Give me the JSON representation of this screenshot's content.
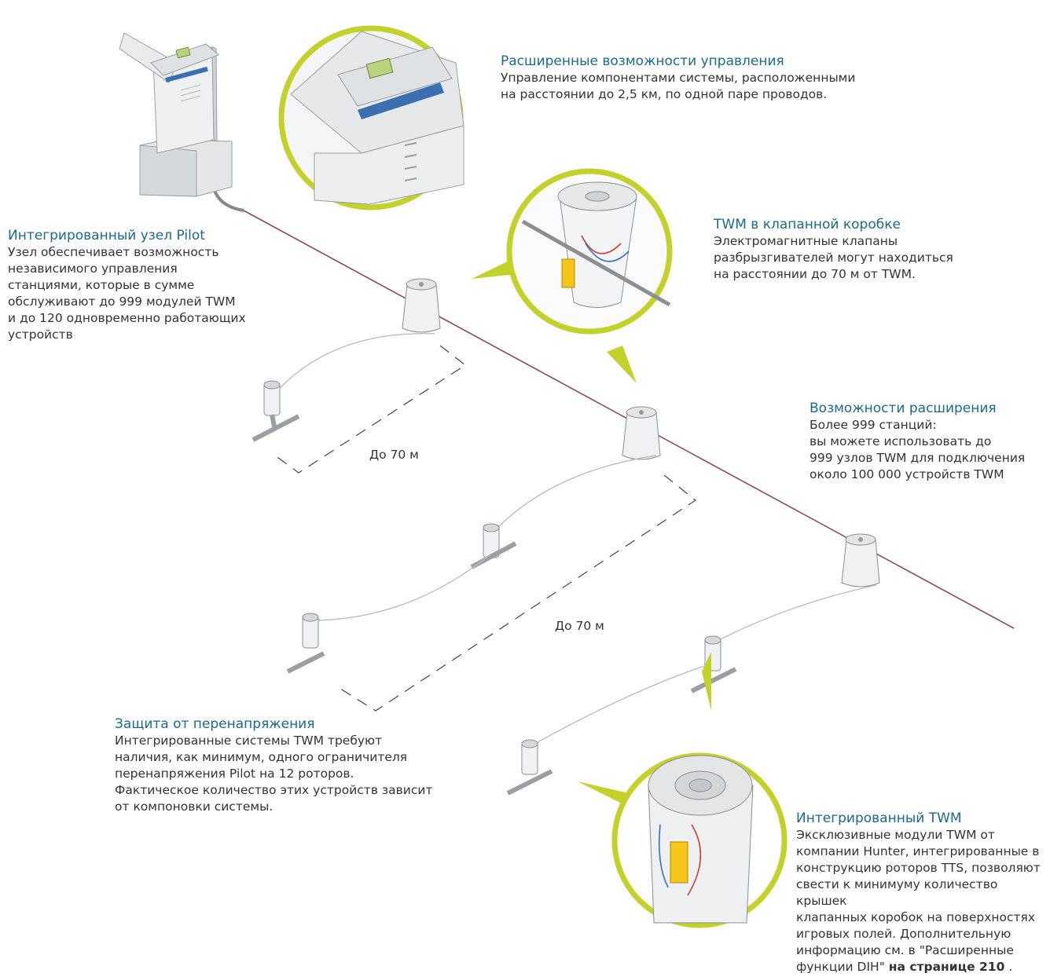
{
  "callouts": {
    "pilot": {
      "title": "Интегрированный узел Pilot",
      "body": "Узел обеспечивает возможность\nнезависимого управления\nстанциями, которые в сумме\nобслуживают до 999 модулей TWM\nи до 120 одновременно работающих\nустройств"
    },
    "advanced": {
      "title": "Расширенные возможности управления",
      "body": "Управление компонентами системы, расположенными\nна расстоянии до 2,5 км, по одной паре проводов."
    },
    "valvebox": {
      "title": "TWM в клапанной коробке",
      "body": "Электромагнитные клапаны\nразбрызгивателей могут находиться\nна расстоянии до 70 м  от TWM."
    },
    "expansion": {
      "title": "Возможности расширения",
      "body": "Более 999 станций:\nвы можете использовать до\n999 узлов TWM для подключения\nоколо 100 000 устройств TWM"
    },
    "surge": {
      "title": "Защита от перенапряжения",
      "body": "Интегрированные системы TWM требуют\nналичия, как минимум, одного ограничителя\nперенапряжения Pilot на 12 роторов.\nФактическое количество этих устройств зависит\nот компоновки системы."
    },
    "integrated": {
      "title": "Интегрированный TWM",
      "body": "Эксклюзивные модули TWM от\nкомпании Hunter, интегрированные в\nконструкцию роторов TTS, позволяют\nсвести к минимуму количество крышек\nклапанных коробок на поверхностях\nигровых полей. Дополнительную\nинформацию см. в \"Расширенные\nфункции DIH\" ",
      "link": "на странице 210",
      "tail": " ."
    }
  },
  "distances": {
    "d1": "До 70 м",
    "d2": "До 70 м"
  },
  "colors": {
    "accent_ring": "#c3d12b",
    "heading": "#1a6a8a",
    "text": "#333333",
    "cable": "#8a4a60"
  }
}
